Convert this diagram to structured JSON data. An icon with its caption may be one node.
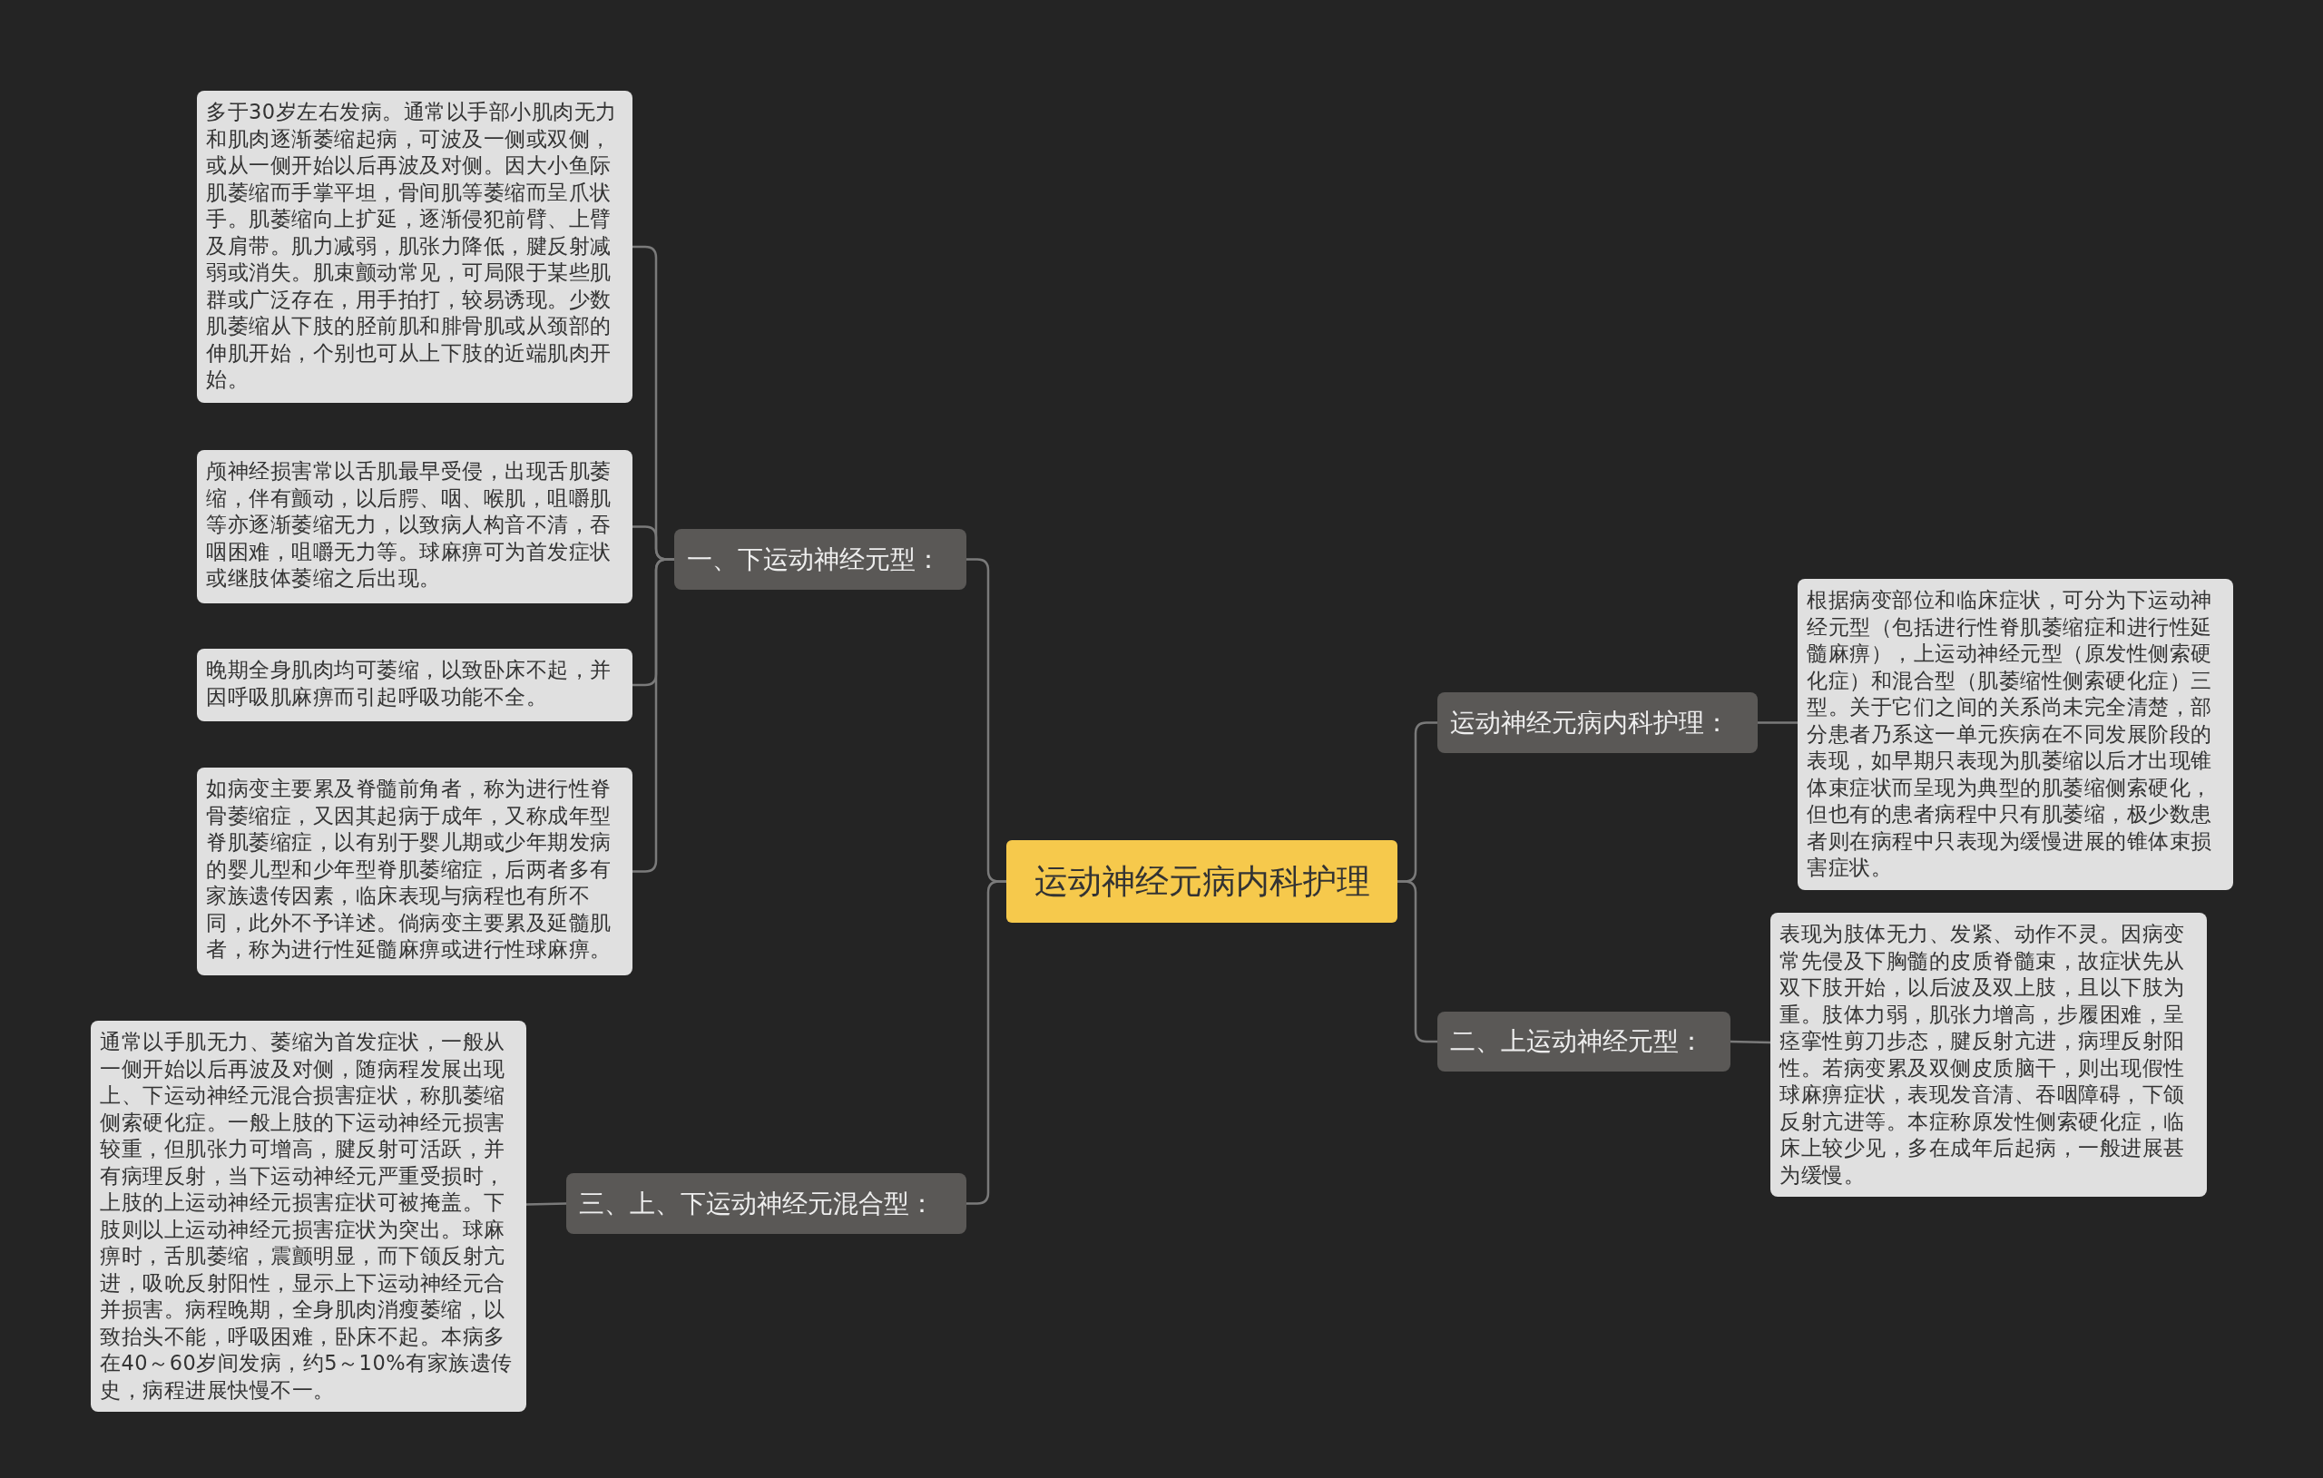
{
  "diagram": {
    "nodes": [
      {
        "text": [
          "运动神经元病内科护理"
        ]
      },
      {
        "text": [
          "一、下运动神经元型："
        ]
      },
      {
        "text": [
          "多于30岁左右发病。通常以手部小肌肉无力和肌肉逐渐萎缩起病，可波及一侧或双侧，或从一侧开始以后再波及对侧。因大小鱼际肌萎缩而手掌平坦，骨间肌等萎缩而呈爪状手。肌萎缩向上扩延，逐渐侵犯前臂、上臂及肩带。肌力减弱，肌张力降低，腱反射减弱或消失。肌束颤动常见，可局限于某些肌群或广泛存在，用手拍打，较易诱现。少数肌萎缩从下肢的胫前肌和腓骨肌或从颈部的伸肌开始，个别也可从上下肢的近端肌肉开始。"
        ]
      },
      {
        "text": [
          "颅神经损害常以舌肌最早受侵，出现舌肌萎缩，伴有颤动，以后腭、咽、喉肌，咀嚼肌等亦逐渐萎缩无力，以致病人构音不清，吞咽困难，咀嚼无力等。球麻痹可为首发症状或继肢体萎缩之后出现。"
        ]
      },
      {
        "text": [
          "晚期全身肌肉均可萎缩，以致卧床不起，并因呼吸肌麻痹而引起呼吸功能不全。"
        ]
      },
      {
        "text": [
          "如病变主要累及脊髓前角者，称为进行性脊骨萎缩症，又因其起病于成年，又称成年型脊肌萎缩症，以有别于婴儿期或少年期发病的婴儿型和少年型脊肌萎缩症，后两者多有家族遗传因素，临床表现与病程也有所不同，此外不予详述。倘病变主要累及延髓肌者，称为进行性延髓麻痹或进行性球麻痹。"
        ]
      },
      {
        "text": [
          "三、上、下运动神经元混合型："
        ]
      },
      {
        "text": [
          "通常以手肌无力、萎缩为首发症状，一般从一侧开始以后再波及对侧，随病程发展出现上、下运动神经元混合损害症状，称肌萎缩侧索硬化症。一般上肢的下运动神经元损害较重，但肌张力可增高，腱反射可活跃，并有病理反射，当下运动神经元严重受损时，上肢的上运动神经元损害症状可被掩盖。下肢则以上运动神经元损害症状为突出。球麻痹时，舌肌萎缩，震颤明显，而下颌反射亢进，吸吮反射阳性，显示上下运动神经元合并损害。病程晚期，全身肌肉消瘦萎缩，以致抬头不能，呼吸困难，卧床不起。本病多在40～60岁间发病，约5～10%有家族遗传史，病程进展快慢不一。"
        ]
      },
      {
        "text": [
          "运动神经元病内科护理："
        ]
      },
      {
        "text": [
          "根据病变部位和临床症状，可分为下运动神经元型（包括进行性脊肌萎缩症和进行性延髓麻痹），上运动神经元型（原发性侧索硬化症）和混合型（肌萎缩性侧索硬化症）三型。关于它们之间的关系尚未完全清楚，部分患者乃系这一单元疾病在不同发展阶段的表现，如早期只表现为肌萎缩以后才出现锥体束症状而呈现为典型的肌萎缩侧索硬化，但也有的患者病程中只有肌萎缩，极少数患者则在病程中只表现为缓慢进展的锥体束损害症状。"
        ]
      },
      {
        "text": [
          "二、上运动神经元型："
        ]
      },
      {
        "text": [
          "表现为肢体无力、发紧、动作不灵。因病变常先侵及下胸髓的皮质脊髓束，故症状先从双下肢开始，以后波及双上肢，且以下肢为重。肢体力弱，肌张力增高，步履困难，呈痉挛性剪刀步态，腱反射亢进，病理反射阳性。若病变累及双侧皮质脑干，则出现假性球麻痹症状，表现发音清、吞咽障碍，下颌反射亢进等。本症称原发性侧索硬化症，临床上较少见，多在成年后起病，一般进展甚为缓慢。"
        ]
      }
    ],
    "edges": [
      {
        "from": 0,
        "to": 1,
        "arrow": "none"
      },
      {
        "from": 1,
        "to": 2,
        "arrow": "none"
      },
      {
        "from": 1,
        "to": 3,
        "arrow": "none"
      },
      {
        "from": 1,
        "to": 4,
        "arrow": "none"
      },
      {
        "from": 1,
        "to": 5,
        "arrow": "none"
      },
      {
        "from": 0,
        "to": 6,
        "arrow": "none"
      },
      {
        "from": 6,
        "to": 7,
        "arrow": "none"
      },
      {
        "from": 0,
        "to": 8,
        "arrow": "none"
      },
      {
        "from": 8,
        "to": 9,
        "arrow": "none"
      },
      {
        "from": 0,
        "to": 10,
        "arrow": "none"
      },
      {
        "from": 10,
        "to": 11,
        "arrow": "none"
      }
    ]
  }
}
